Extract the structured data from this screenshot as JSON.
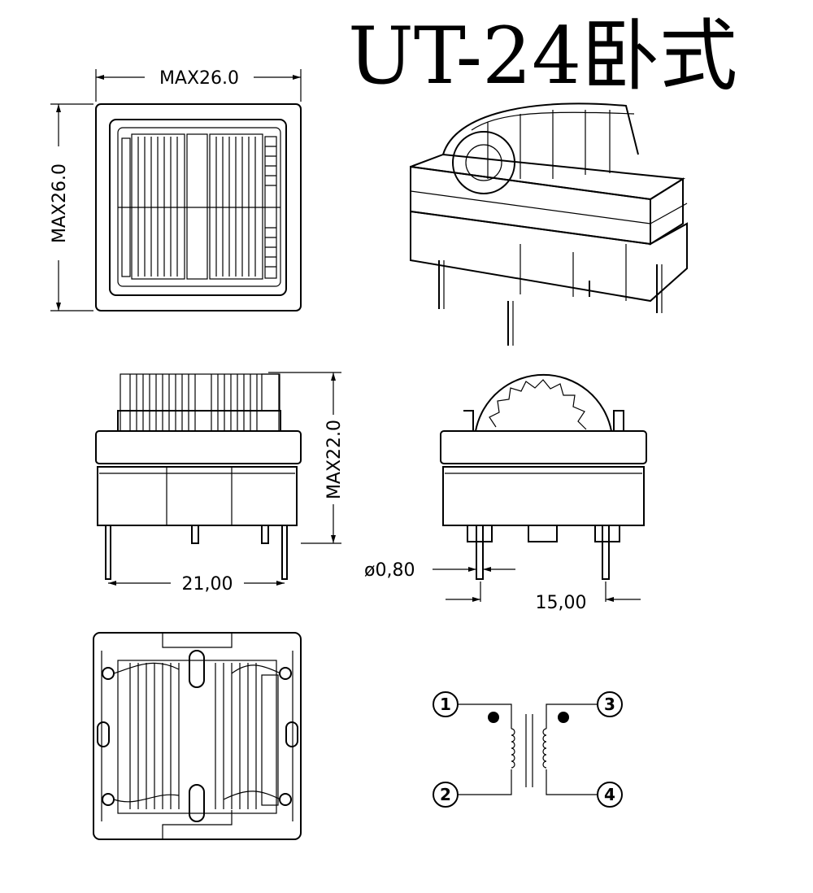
{
  "title": "UT-24卧式",
  "dimensions": {
    "top_width": "MAX26.0",
    "top_height": "MAX26.0",
    "front_height": "MAX22.0",
    "pin_pitch_front": "21,00",
    "pin_diameter": "ø0,80",
    "pin_pitch_side": "15,00"
  },
  "schematic": {
    "pins": [
      "1",
      "2",
      "3",
      "4"
    ]
  }
}
